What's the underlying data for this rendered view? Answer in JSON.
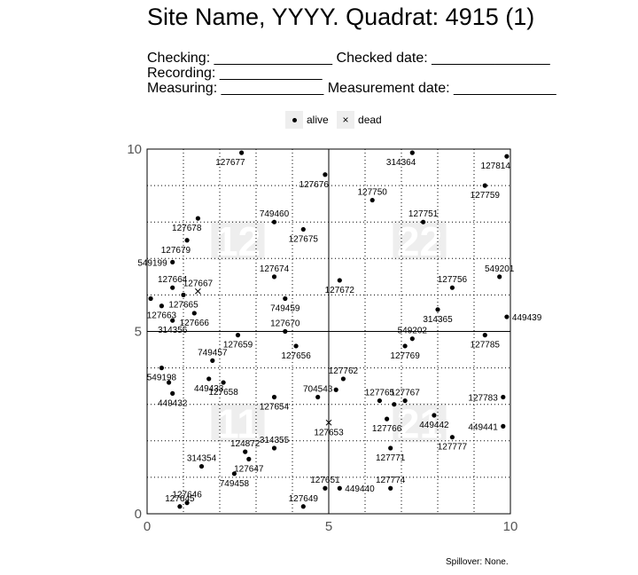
{
  "header": {
    "title": "Site Name, YYYY. Quadrat: 4915 (1)",
    "checking_line": "Checking: _______________ Checked date: _______________",
    "recording_line": "Recording: _____________",
    "measuring_line": "Measuring: _____________ Measurement date: _____________"
  },
  "legend": {
    "alive": "alive",
    "dead": "dead"
  },
  "footer": {
    "spillover": "Spillover: None."
  },
  "colors": {
    "point": "#000000",
    "grid": "#000000",
    "axis_text": "#555555",
    "quad_label": "#eeeeee"
  },
  "chart_data": {
    "type": "scatter",
    "xlim": [
      0,
      10
    ],
    "ylim": [
      0,
      10
    ],
    "x_ticks": [
      "0",
      "5",
      "10"
    ],
    "y_ticks": [
      "0",
      "5",
      "10"
    ],
    "grid": "dotted every 1 unit, solid at 5",
    "legend_position": "top-center",
    "quadrant_labels": [
      {
        "text": "12",
        "x": 2.5,
        "y": 7.5
      },
      {
        "text": "22",
        "x": 7.5,
        "y": 7.5
      },
      {
        "text": "11",
        "x": 2.5,
        "y": 2.5
      },
      {
        "text": "21",
        "x": 7.5,
        "y": 2.5
      }
    ],
    "points": [
      {
        "tag": "127677",
        "x": 2.6,
        "y": 9.9,
        "status": "alive",
        "anchor": "bl"
      },
      {
        "tag": "127676",
        "x": 4.9,
        "y": 9.3,
        "status": "alive",
        "anchor": "bl"
      },
      {
        "tag": "314364",
        "x": 7.3,
        "y": 9.9,
        "status": "alive",
        "anchor": "bl"
      },
      {
        "tag": "127814",
        "x": 9.9,
        "y": 9.8,
        "status": "alive",
        "anchor": "bl"
      },
      {
        "tag": "127759",
        "x": 9.3,
        "y": 9.0,
        "status": "alive",
        "anchor": "b"
      },
      {
        "tag": "127750",
        "x": 6.2,
        "y": 8.6,
        "status": "alive",
        "anchor": "t"
      },
      {
        "tag": "749460",
        "x": 3.5,
        "y": 8.0,
        "status": "alive",
        "anchor": "t"
      },
      {
        "tag": "127751",
        "x": 7.6,
        "y": 8.0,
        "status": "alive",
        "anchor": "t"
      },
      {
        "tag": "127678",
        "x": 1.4,
        "y": 8.1,
        "status": "alive",
        "anchor": "bl"
      },
      {
        "tag": "127675",
        "x": 4.3,
        "y": 7.8,
        "status": "alive",
        "anchor": "b"
      },
      {
        "tag": "127679",
        "x": 1.1,
        "y": 7.5,
        "status": "alive",
        "anchor": "bl"
      },
      {
        "tag": "549199",
        "x": 0.7,
        "y": 6.9,
        "status": "alive",
        "anchor": "r"
      },
      {
        "tag": "549201",
        "x": 9.7,
        "y": 6.5,
        "status": "alive",
        "anchor": "t"
      },
      {
        "tag": "127674",
        "x": 3.5,
        "y": 6.5,
        "status": "alive",
        "anchor": "t"
      },
      {
        "tag": "127664",
        "x": 0.7,
        "y": 6.2,
        "status": "alive",
        "anchor": "t"
      },
      {
        "tag": "127667",
        "x": 1.4,
        "y": 6.1,
        "status": "dead",
        "anchor": "t"
      },
      {
        "tag": "127672",
        "x": 5.3,
        "y": 6.4,
        "status": "alive",
        "anchor": "b"
      },
      {
        "tag": "127756",
        "x": 8.4,
        "y": 6.2,
        "status": "alive",
        "anchor": "t"
      },
      {
        "tag": "",
        "x": 0.1,
        "y": 5.9,
        "status": "alive",
        "anchor": "t"
      },
      {
        "tag": "127665",
        "x": 1.0,
        "y": 6.0,
        "status": "alive",
        "anchor": "b"
      },
      {
        "tag": "749459",
        "x": 3.8,
        "y": 5.9,
        "status": "alive",
        "anchor": "b"
      },
      {
        "tag": "127663",
        "x": 0.4,
        "y": 5.7,
        "status": "alive",
        "anchor": "b"
      },
      {
        "tag": "314365",
        "x": 8.0,
        "y": 5.6,
        "status": "alive",
        "anchor": "b"
      },
      {
        "tag": "449439",
        "x": 9.9,
        "y": 5.4,
        "status": "alive",
        "anchor": "l"
      },
      {
        "tag": "127666",
        "x": 1.3,
        "y": 5.5,
        "status": "alive",
        "anchor": "b"
      },
      {
        "tag": "314356",
        "x": 0.7,
        "y": 5.3,
        "status": "alive",
        "anchor": "b"
      },
      {
        "tag": "127670",
        "x": 3.8,
        "y": 5.0,
        "status": "alive",
        "anchor": "t"
      },
      {
        "tag": "127659",
        "x": 2.5,
        "y": 4.9,
        "status": "alive",
        "anchor": "b"
      },
      {
        "tag": "549202",
        "x": 7.3,
        "y": 4.8,
        "status": "alive",
        "anchor": "t"
      },
      {
        "tag": "127785",
        "x": 9.3,
        "y": 4.9,
        "status": "alive",
        "anchor": "b"
      },
      {
        "tag": "127769",
        "x": 7.1,
        "y": 4.6,
        "status": "alive",
        "anchor": "b"
      },
      {
        "tag": "127656",
        "x": 4.1,
        "y": 4.6,
        "status": "alive",
        "anchor": "b"
      },
      {
        "tag": "749457",
        "x": 1.8,
        "y": 4.2,
        "status": "alive",
        "anchor": "t"
      },
      {
        "tag": "549198",
        "x": 0.4,
        "y": 4.0,
        "status": "alive",
        "anchor": "b"
      },
      {
        "tag": "127762",
        "x": 5.4,
        "y": 3.7,
        "status": "alive",
        "anchor": "t"
      },
      {
        "tag": "449433",
        "x": 1.7,
        "y": 3.7,
        "status": "alive",
        "anchor": "b"
      },
      {
        "tag": "",
        "x": 0.6,
        "y": 3.6,
        "status": "alive",
        "anchor": "b"
      },
      {
        "tag": "127658",
        "x": 2.1,
        "y": 3.6,
        "status": "alive",
        "anchor": "b"
      },
      {
        "tag": "",
        "x": 5.2,
        "y": 3.4,
        "status": "alive",
        "anchor": "b"
      },
      {
        "tag": "449432",
        "x": 0.7,
        "y": 3.3,
        "status": "alive",
        "anchor": "b"
      },
      {
        "tag": "704543",
        "x": 4.7,
        "y": 3.2,
        "status": "alive",
        "anchor": "t"
      },
      {
        "tag": "127783",
        "x": 9.8,
        "y": 3.2,
        "status": "alive",
        "anchor": "r"
      },
      {
        "tag": "127654",
        "x": 3.5,
        "y": 3.2,
        "status": "alive",
        "anchor": "b"
      },
      {
        "tag": "127765",
        "x": 6.4,
        "y": 3.1,
        "status": "alive",
        "anchor": "t"
      },
      {
        "tag": "127767",
        "x": 7.1,
        "y": 3.1,
        "status": "alive",
        "anchor": "t"
      },
      {
        "tag": "",
        "x": 6.8,
        "y": 3.0,
        "status": "alive",
        "anchor": "t"
      },
      {
        "tag": "449442",
        "x": 7.9,
        "y": 2.7,
        "status": "alive",
        "anchor": "b"
      },
      {
        "tag": "127766",
        "x": 6.6,
        "y": 2.6,
        "status": "alive",
        "anchor": "b"
      },
      {
        "tag": "127653",
        "x": 5.0,
        "y": 2.5,
        "status": "dead",
        "anchor": "b"
      },
      {
        "tag": "449441",
        "x": 9.8,
        "y": 2.4,
        "status": "alive",
        "anchor": "r"
      },
      {
        "tag": "127777",
        "x": 8.4,
        "y": 2.1,
        "status": "alive",
        "anchor": "b"
      },
      {
        "tag": "314355",
        "x": 3.5,
        "y": 1.8,
        "status": "alive",
        "anchor": "t"
      },
      {
        "tag": "127771",
        "x": 6.7,
        "y": 1.8,
        "status": "alive",
        "anchor": "b"
      },
      {
        "tag": "124872",
        "x": 2.7,
        "y": 1.7,
        "status": "alive",
        "anchor": "t"
      },
      {
        "tag": "127647",
        "x": 2.8,
        "y": 1.5,
        "status": "alive",
        "anchor": "b"
      },
      {
        "tag": "314354",
        "x": 1.5,
        "y": 1.3,
        "status": "alive",
        "anchor": "t"
      },
      {
        "tag": "749458",
        "x": 2.4,
        "y": 1.1,
        "status": "alive",
        "anchor": "b"
      },
      {
        "tag": "127651",
        "x": 4.9,
        "y": 0.7,
        "status": "alive",
        "anchor": "t"
      },
      {
        "tag": "127774",
        "x": 6.7,
        "y": 0.7,
        "status": "alive",
        "anchor": "t"
      },
      {
        "tag": "449440",
        "x": 5.3,
        "y": 0.7,
        "status": "alive",
        "anchor": "l"
      },
      {
        "tag": "127646",
        "x": 1.1,
        "y": 0.3,
        "status": "alive",
        "anchor": "t"
      },
      {
        "tag": "127645",
        "x": 0.9,
        "y": 0.2,
        "status": "alive",
        "anchor": "t"
      },
      {
        "tag": "127649",
        "x": 4.3,
        "y": 0.2,
        "status": "alive",
        "anchor": "t"
      }
    ]
  }
}
